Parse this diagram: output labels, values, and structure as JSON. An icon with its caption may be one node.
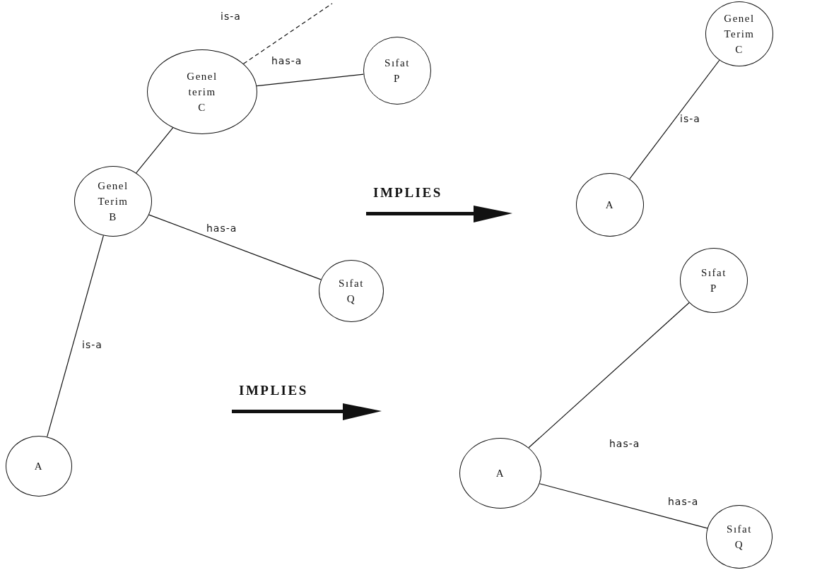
{
  "diagram": {
    "nodes": [
      {
        "text": [
          "Genel terim C"
        ]
      },
      {
        "text": [
          "Sıfat P"
        ]
      },
      {
        "text": [
          "Genel Terim B"
        ]
      },
      {
        "text": [
          "Sıfat Q"
        ]
      },
      {
        "text": [
          "A"
        ]
      },
      {
        "text": [
          "Genel Terim C"
        ]
      },
      {
        "text": [
          "A"
        ]
      },
      {
        "text": [
          "Sıfat P"
        ]
      },
      {
        "text": [
          "A"
        ]
      },
      {
        "text": [
          "Sıfat Q"
        ]
      }
    ],
    "edges": [
      {
        "from": 0,
        "to": null,
        "arrow": "none",
        "style": "dashed",
        "label": "is-a"
      },
      {
        "from": 0,
        "to": 1,
        "arrow": "none",
        "label": "has-a"
      },
      {
        "from": 0,
        "to": 2,
        "arrow": "none"
      },
      {
        "from": 2,
        "to": 3,
        "arrow": "none",
        "label": "has-a"
      },
      {
        "from": 2,
        "to": 4,
        "arrow": "none",
        "label": "is-a"
      },
      {
        "from": 5,
        "to": 6,
        "arrow": "none",
        "label": "is-a"
      },
      {
        "from": 8,
        "to": 7,
        "arrow": "none",
        "label": "has-a"
      },
      {
        "from": 8,
        "to": 9,
        "arrow": "none",
        "label": "has-a"
      }
    ],
    "labels": [
      "IMPLIES",
      "IMPLIES"
    ]
  }
}
